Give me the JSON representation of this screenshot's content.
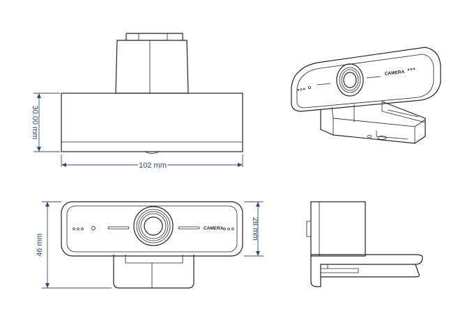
{
  "dimensions": {
    "depth": "30.00 mm",
    "width": "102 mm",
    "height_total": "46 mm",
    "height_body": "28 mm"
  },
  "labels": {
    "front_camera": "CAMERA",
    "iso_camera": "CAMERA"
  },
  "colors": {
    "line": "#222222",
    "dimension": "#2f4a78"
  }
}
